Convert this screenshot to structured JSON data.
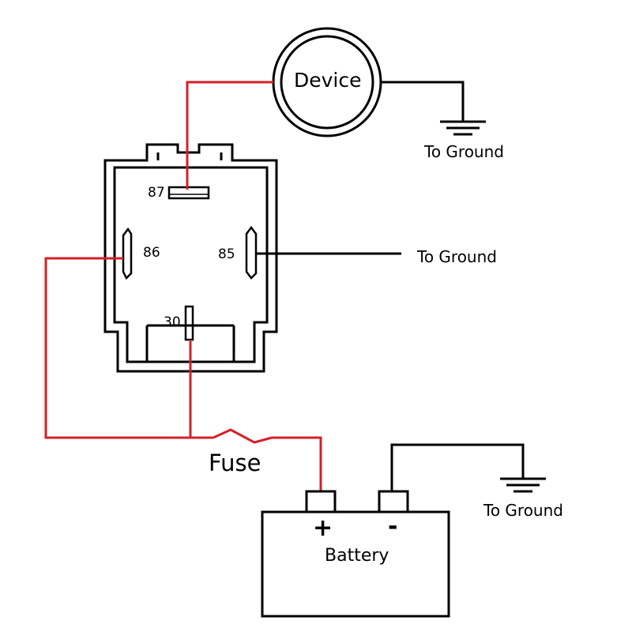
{
  "device": {
    "label": "Device"
  },
  "relay": {
    "pins": {
      "p87": "87",
      "p86": "86",
      "p85": "85",
      "p30": "30"
    }
  },
  "fuse": {
    "label": "Fuse"
  },
  "battery": {
    "label": "Battery",
    "positive": "+",
    "negative": "-"
  },
  "grounds": {
    "device_ground": "To Ground",
    "relay_ground": "To Ground",
    "battery_ground": "To Ground"
  },
  "colors": {
    "hot_wire": "#d42027",
    "ground_wire": "#000000",
    "outline": "#000000"
  },
  "icons": [
    "ground-symbol-icon",
    "ground-symbol-icon",
    "fuse-icon"
  ]
}
